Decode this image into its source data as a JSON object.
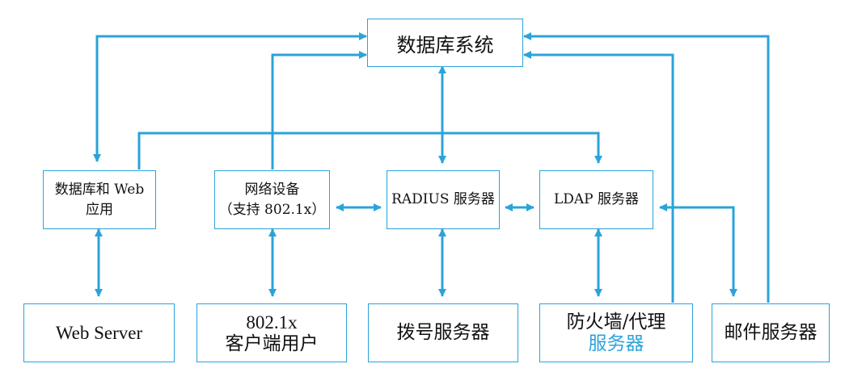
{
  "colors": {
    "accent": "#2ba3da",
    "text": "#111111"
  },
  "nodes": {
    "database_system": {
      "label": "数据库系统"
    },
    "db_web_app": {
      "line1": "数据库和 Web",
      "line2": "应用"
    },
    "network_device": {
      "line1": "网络设备",
      "line2": "（支持 802.1x）"
    },
    "radius_server": {
      "label": "RADIUS 服务器"
    },
    "ldap_server": {
      "label": "LDAP 服务器"
    },
    "web_server": {
      "label": "Web Server"
    },
    "client_8021x": {
      "line1": "802.1x",
      "line2": "客户端用户"
    },
    "dialup_server": {
      "label": "拨号服务器"
    },
    "firewall_proxy": {
      "line1": "防火墙/代理",
      "line2": "服务器"
    },
    "mail_server": {
      "label": "邮件服务器"
    }
  }
}
